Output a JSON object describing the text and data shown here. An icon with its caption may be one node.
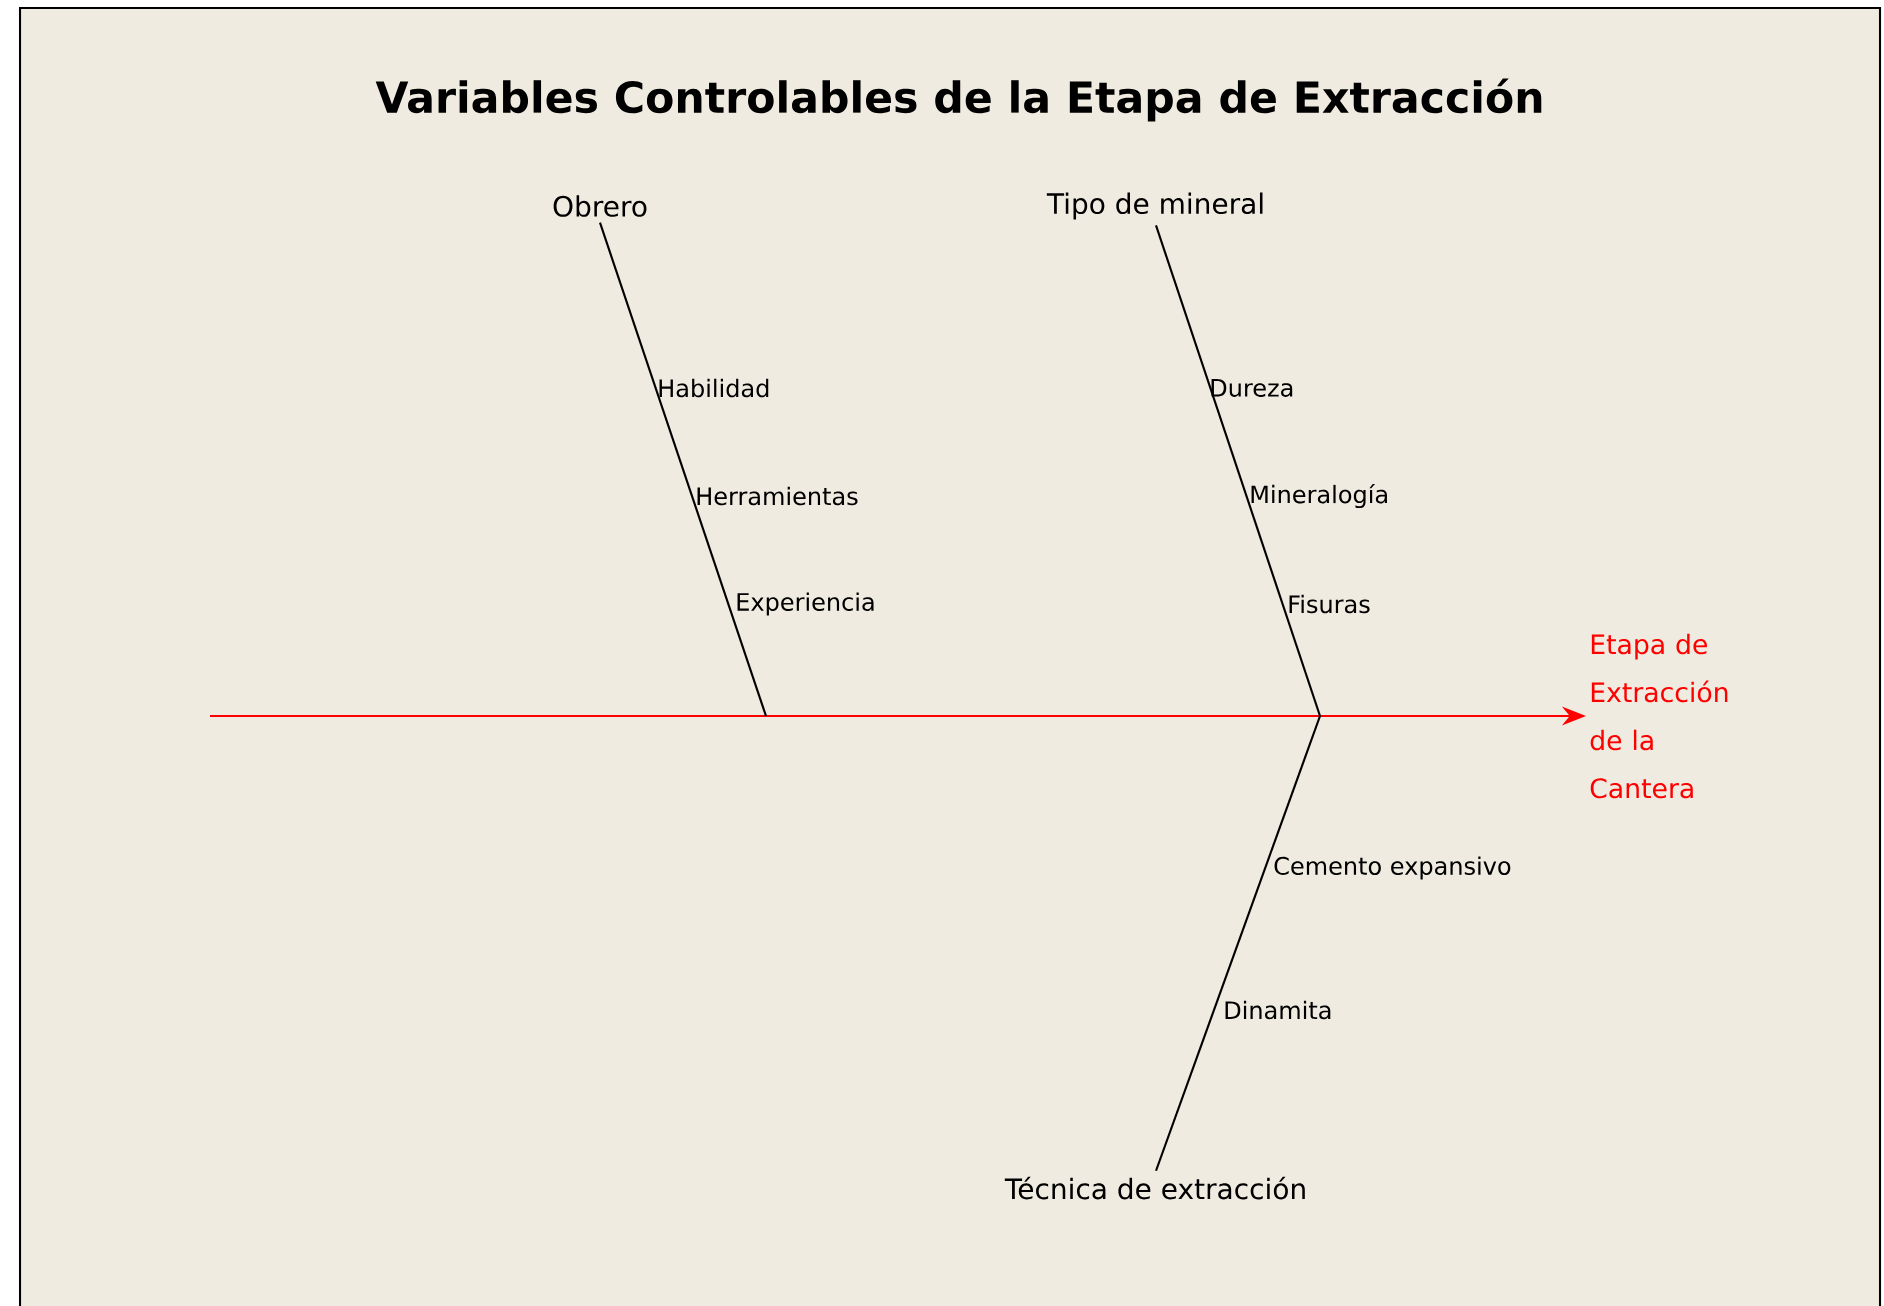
{
  "diagram": {
    "title": "Variables Controlables de la Etapa de Extracción",
    "nodes": [
      {
        "text": [
          "Obrero"
        ]
      },
      {
        "text": [
          "Tipo de mineral"
        ]
      },
      {
        "text": [
          "Técnica de extracción"
        ]
      },
      {
        "text": [
          "Etapa de Extracción de la Cantera"
        ]
      }
    ],
    "edges": [
      {
        "from": null,
        "to": 3,
        "arrow": "to",
        "color": "#ff0000"
      },
      {
        "from": 0,
        "to": null,
        "arrow": "none"
      },
      {
        "from": 1,
        "to": null,
        "arrow": "none"
      },
      {
        "from": 2,
        "to": null,
        "arrow": "none"
      }
    ],
    "labels": [
      "Habilidad",
      "Dureza",
      "Herramientas",
      "Mineralogía",
      "Experiencia",
      "Fisuras",
      "Cemento expansivo",
      "Dinamita"
    ]
  }
}
